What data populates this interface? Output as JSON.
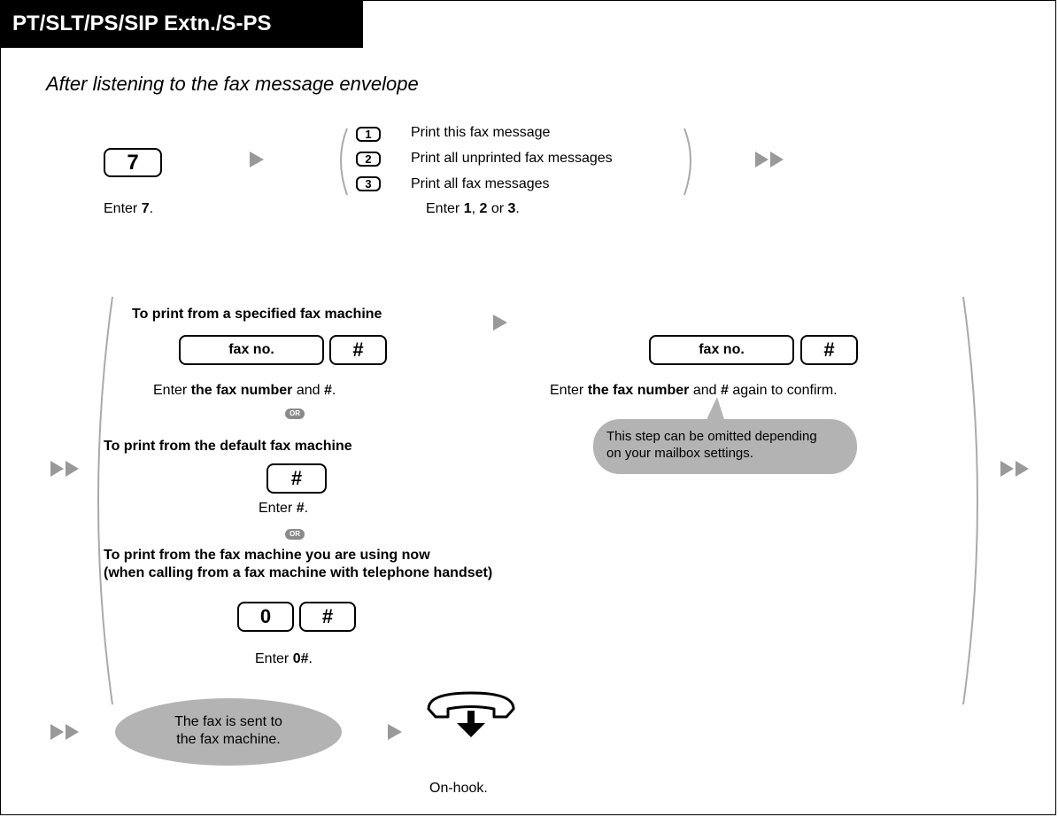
{
  "header": {
    "title": "PT/SLT/PS/SIP Extn./S-PS"
  },
  "subtitle": "After listening to the fax message envelope",
  "step1": {
    "key": "7",
    "caption_pre": "Enter ",
    "caption_bold": "7",
    "caption_post": "."
  },
  "step2": {
    "options": [
      {
        "key": "1",
        "label": "Print this fax message"
      },
      {
        "key": "2",
        "label": "Print all unprinted fax messages"
      },
      {
        "key": "3",
        "label": "Print all fax messages"
      }
    ],
    "caption_pre": "Enter ",
    "caption_b1": "1",
    "caption_mid1": ", ",
    "caption_b2": "2",
    "caption_mid2": " or ",
    "caption_b3": "3",
    "caption_post": "."
  },
  "branch_specified": {
    "title": "To print from a specified fax machine",
    "fax_key": "fax no.",
    "hash_key": "#",
    "caption_pre": "Enter ",
    "caption_bold1": "the fax number",
    "caption_mid": " and ",
    "caption_bold2": "#",
    "caption_post": ".",
    "confirm_fax_key": "fax no.",
    "confirm_hash_key": "#",
    "confirm_caption_pre": "Enter ",
    "confirm_caption_bold1": "the fax number",
    "confirm_caption_mid": " and ",
    "confirm_caption_bold2": "#",
    "confirm_caption_post": " again to confirm.",
    "note_line1": "This step can be omitted depending",
    "note_line2": "on your mailbox settings."
  },
  "or_label": "OR",
  "branch_default": {
    "title": "To print from the default fax machine",
    "hash_key": "#",
    "caption_pre": "Enter ",
    "caption_bold": "#",
    "caption_post": "."
  },
  "branch_current": {
    "title_line1": "To print from the fax machine you are using now",
    "title_line2": "(when calling from a fax machine with telephone handset)",
    "key0": "0",
    "hash_key": "#",
    "caption_pre": "Enter ",
    "caption_bold": "0#",
    "caption_post": "."
  },
  "final": {
    "bubble_line1": "The fax is sent to",
    "bubble_line2": "the fax machine.",
    "onhook_label": "On-hook."
  },
  "icons": [
    "play-arrow-icon",
    "double-arrow-icon",
    "on-hook-handset-icon"
  ],
  "colors": {
    "header_bg": "#000000",
    "bubble_gray": "#b3b3b3",
    "or_badge": "#8a8a8a",
    "bracket": "#aaaaaa"
  }
}
